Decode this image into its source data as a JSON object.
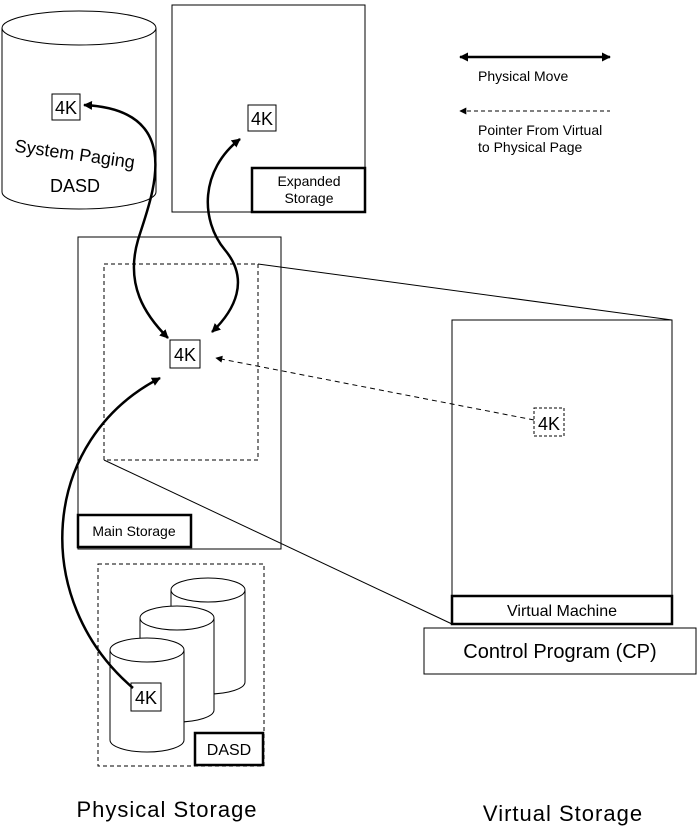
{
  "labels": {
    "system_paging_line1": "System Paging",
    "system_paging_line2": "DASD",
    "expanded_line1": "Expanded",
    "expanded_line2": "Storage",
    "main_storage": "Main Storage",
    "dasd": "DASD",
    "virtual_machine": "Virtual Machine",
    "control_program": "Control Program (CP)",
    "physical_storage": "Physical Storage",
    "virtual_storage": "Virtual Storage",
    "page": "4K"
  },
  "legend": {
    "physical_move": "Physical Move",
    "pointer_line1": "Pointer From Virtual",
    "pointer_line2": "to Physical Page"
  }
}
